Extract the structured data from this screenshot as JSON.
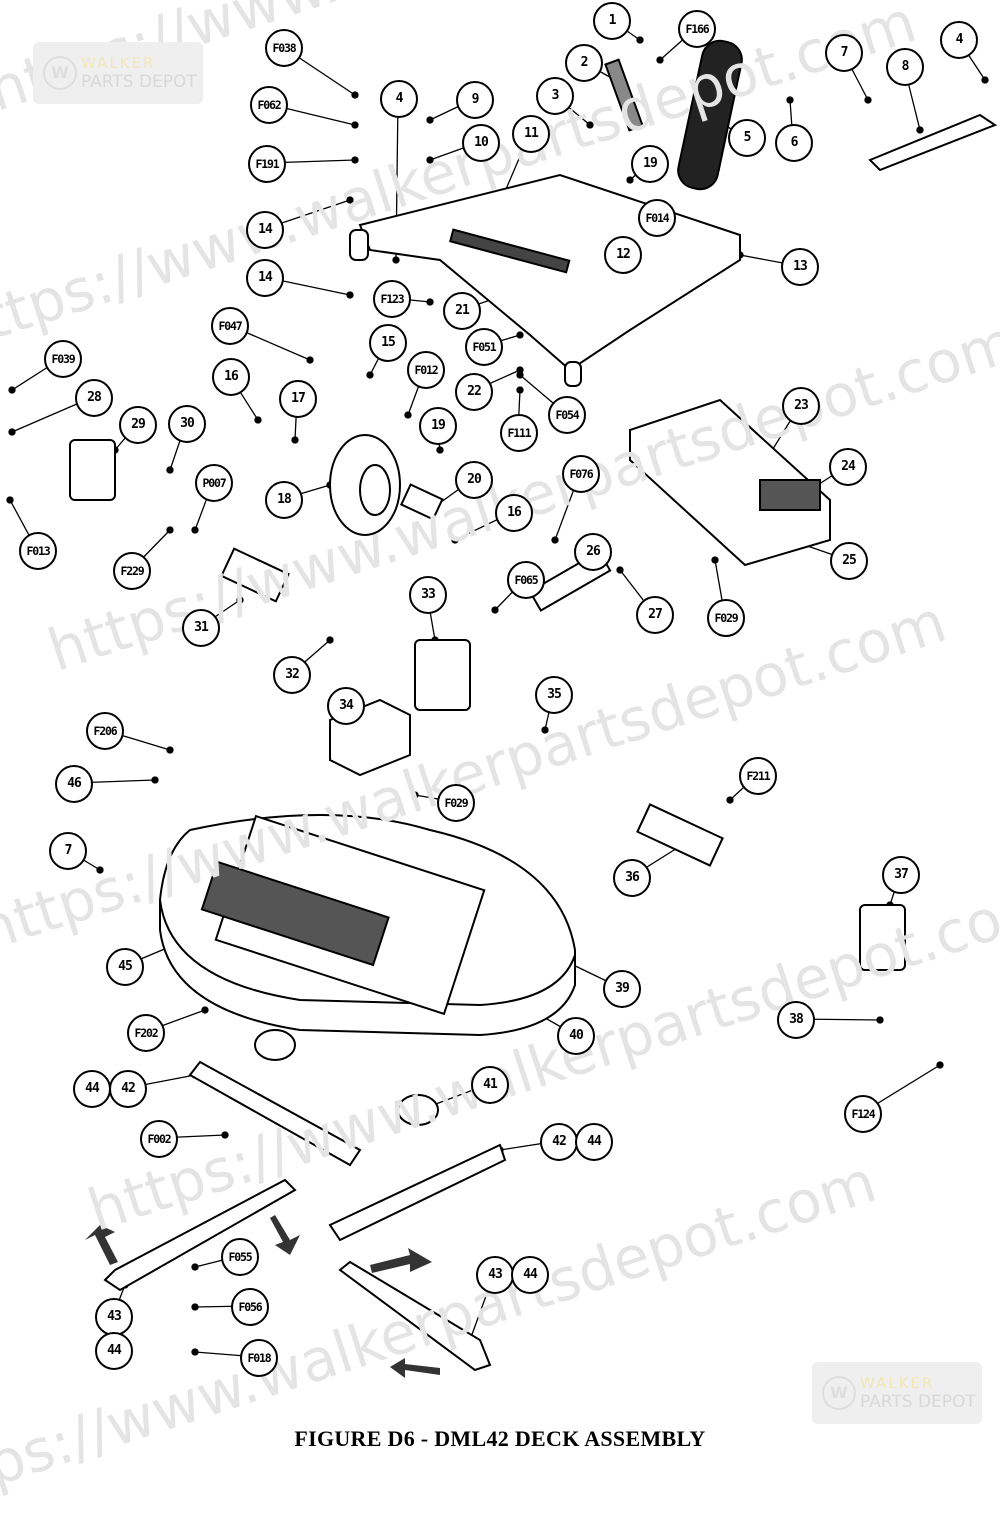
{
  "title": "FIGURE D6 - DML42 DECK ASSEMBLY",
  "watermark": {
    "text": "https://www.walkerpartsdepot.com",
    "logo_line1": "WALKER",
    "logo_line2": "PARTS DEPOT"
  },
  "callouts": [
    "1",
    "F166",
    "2",
    "3",
    "5",
    "6",
    "7",
    "8",
    "4",
    "F038",
    "F062",
    "F191",
    "14",
    "14",
    "4",
    "9",
    "10",
    "11",
    "19",
    "F014",
    "12",
    "13",
    "F123",
    "21",
    "F051",
    "22",
    "F054",
    "F111",
    "F047",
    "15",
    "F012",
    "16",
    "17",
    "19",
    "18",
    "20",
    "16",
    "F039",
    "28",
    "29",
    "30",
    "F013",
    "F229",
    "P007",
    "31",
    "32",
    "33",
    "F065",
    "F076",
    "26",
    "27",
    "35",
    "23",
    "24",
    "25",
    "F029",
    "F206",
    "46",
    "34",
    "F029",
    "7",
    "F211",
    "36",
    "37",
    "45",
    "39",
    "40",
    "F202",
    "38",
    "44",
    "42",
    "41",
    "F124",
    "F002",
    "42",
    "44",
    "F055",
    "43",
    "44",
    "F056",
    "43",
    "44",
    "F018"
  ]
}
